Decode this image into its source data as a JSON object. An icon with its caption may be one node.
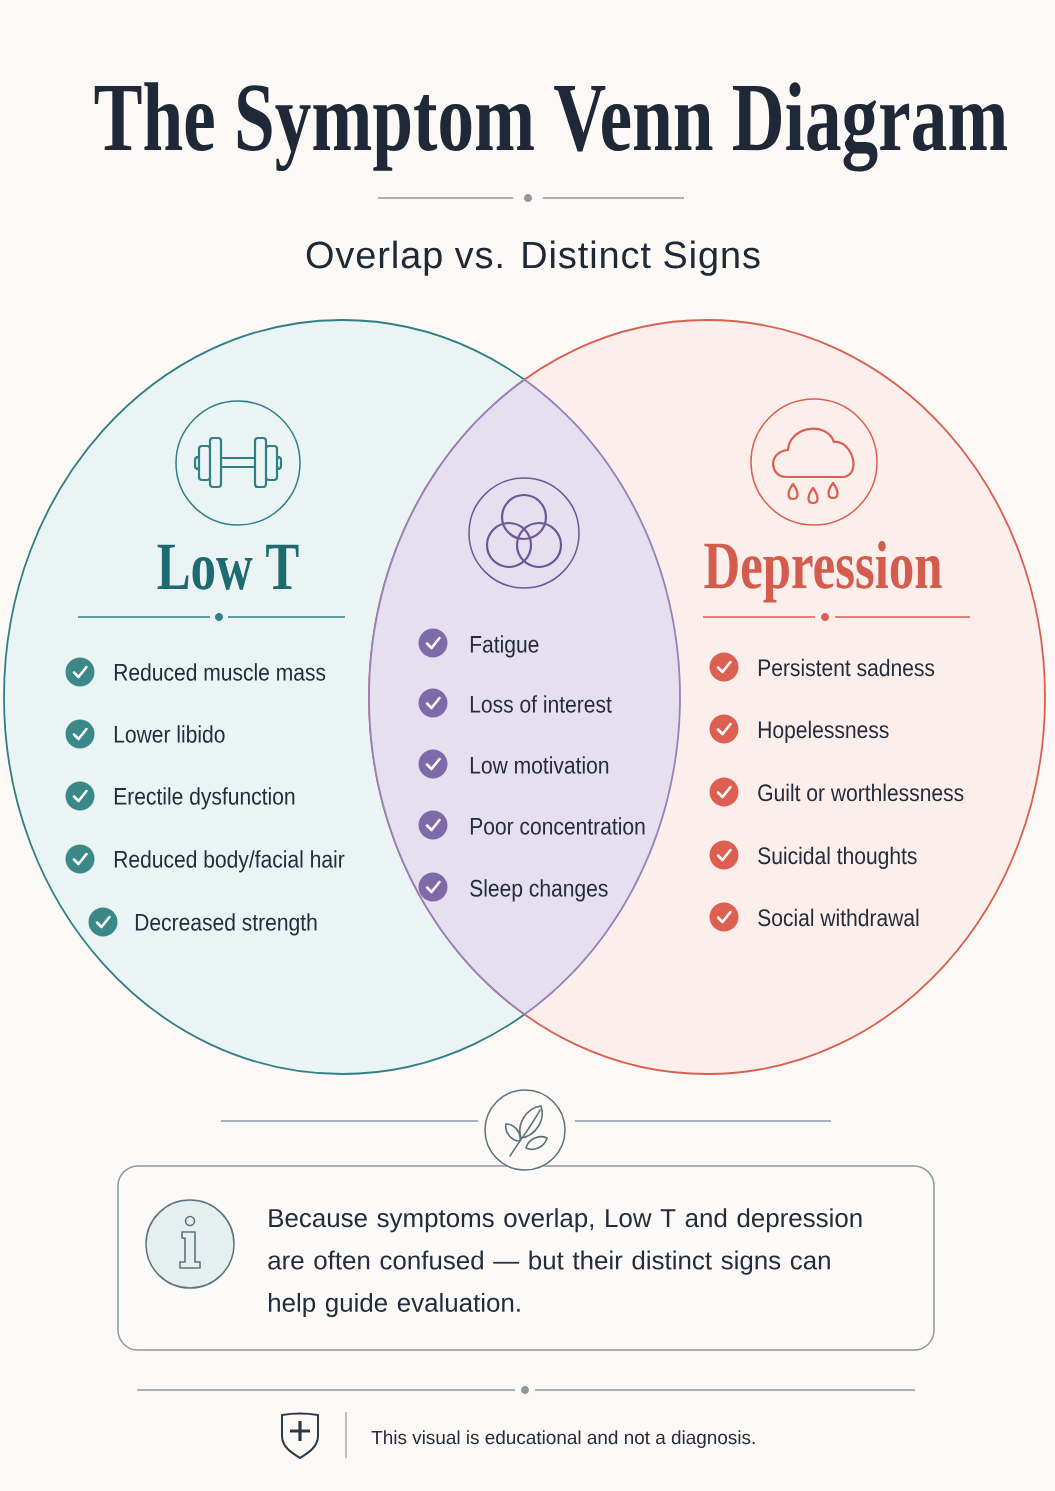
{
  "diagram": {
    "title": "The Symptom Venn Diagram",
    "nodes": [
      {
        "text": [
          "Low T",
          "Reduced muscle mass",
          "Lower libido",
          "Erectile dysfunction",
          "Reduced body/facial hair",
          "Decreased strength"
        ]
      },
      {
        "text": [
          "Fatigue",
          "Loss of interest",
          "Low motivation",
          "Poor concentration",
          "Sleep changes"
        ]
      },
      {
        "text": [
          "Depression",
          "Persistent sadness",
          "Hopelessness",
          "Guilt or worthlessness",
          "Suicidal thoughts",
          "Social withdrawal"
        ]
      },
      {
        "text": [
          "Because symptoms overlap, Low T and depression are often confused — but their distinct signs can help guide evaluation."
        ]
      }
    ],
    "labels": [
      "Overlap vs. Distinct Signs",
      "This visual is educational and not a diagnosis."
    ]
  }
}
